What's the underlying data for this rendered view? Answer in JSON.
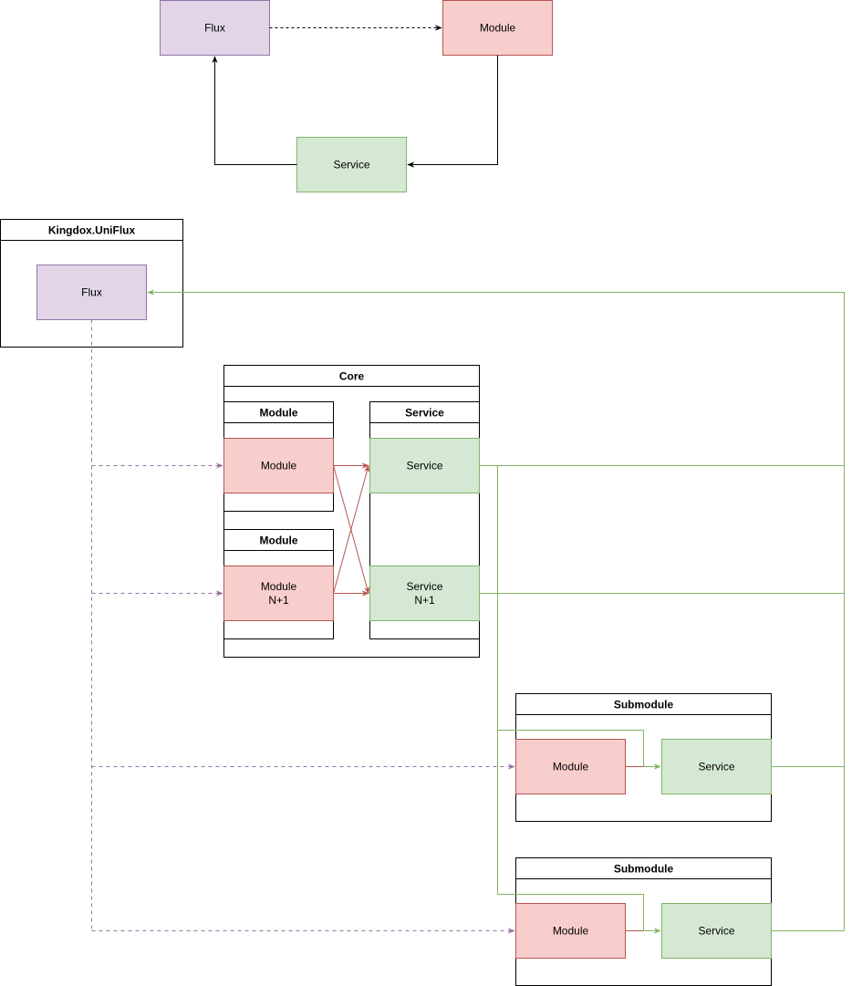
{
  "colors": {
    "flux_fill": "#e1d5e7",
    "flux_stroke": "#9673a6",
    "module_fill": "#f8cecc",
    "module_stroke": "#b85450",
    "service_fill": "#d5e8d4",
    "service_stroke": "#82b366",
    "container_stroke": "#000000"
  },
  "overview": {
    "flux": "Flux",
    "module": "Module",
    "service": "Service"
  },
  "uniflux": {
    "title": "Kingdox.UniFlux",
    "flux": "Flux"
  },
  "core": {
    "title": "Core",
    "module_group_1": "Module",
    "module_1": "Module",
    "module_group_2": "Module",
    "module_2_line1": "Module",
    "module_2_line2": "N+1",
    "service_group": "Service",
    "service_1": "Service",
    "service_2_line1": "Service",
    "service_2_line2": "N+1"
  },
  "submodule_1": {
    "title": "Submodule",
    "module": "Module",
    "service": "Service"
  },
  "submodule_2": {
    "title": "Submodule",
    "module": "Module",
    "service": "Service"
  }
}
